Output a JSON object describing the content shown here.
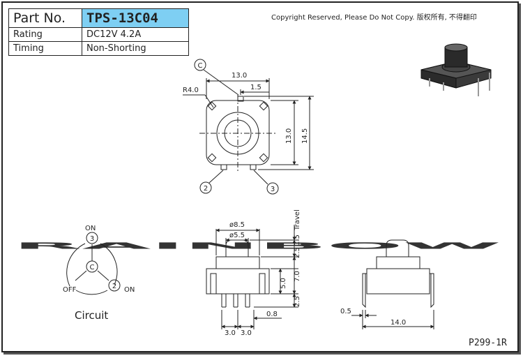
{
  "spec": {
    "part_no_label": "Part No.",
    "part_no_value": "TPS-13C04",
    "rating_label": "Rating",
    "rating_value": "DC12V 4.2A",
    "timing_label": "Timing",
    "timing_value": "Non-Shorting"
  },
  "copyright": "Copyright Reserved, Please Do Not Copy. 版权所有, 不得翻印",
  "watermark": "RAINBOW",
  "watermark_color": "#7fd4be",
  "top_view": {
    "dim_width": "13.0",
    "dim_offset": "1.5",
    "dim_height": "13.0",
    "dim_total": "14.5",
    "radius": "R4.0",
    "marker_c": "C",
    "marker_2": "2",
    "marker_3": "3"
  },
  "side_view": {
    "dim_d85": "ø8.5",
    "dim_d55": "ø5.5",
    "travel": "Travel",
    "dim_15": "1.5",
    "dim_25_top": "2.5",
    "dim_70": "7.0",
    "dim_50": "5.0",
    "dim_25_bottom": "2.5",
    "dim_08": "0.8",
    "pitch_1": "3.0",
    "pitch_2": "3.0"
  },
  "end_view": {
    "dim_05": "0.5",
    "dim_140": "14.0"
  },
  "circuit": {
    "label": "Circuit",
    "on_top": "ON",
    "on_right": "ON",
    "off": "OFF",
    "node_3": "3",
    "node_c": "C",
    "node_2": "2"
  },
  "drawing_code": "P299-1R"
}
